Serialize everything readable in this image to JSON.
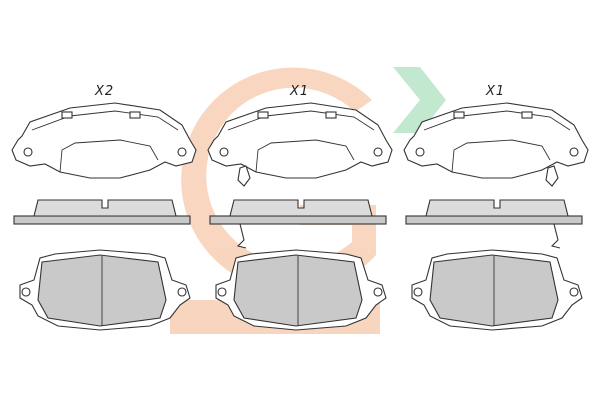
{
  "labels": {
    "set_1_qty": "X2",
    "set_2_qty": "X1",
    "set_3_qty": "X1"
  },
  "colors": {
    "watermark_orange": "#f2b48a",
    "watermark_green": "#3bb36a",
    "pad_friction": "#c9c9c9",
    "outline": "#333333"
  },
  "icons": {
    "watermark": "g-logo-watermark",
    "sensor_clip": "wear-sensor-clip-icon"
  }
}
